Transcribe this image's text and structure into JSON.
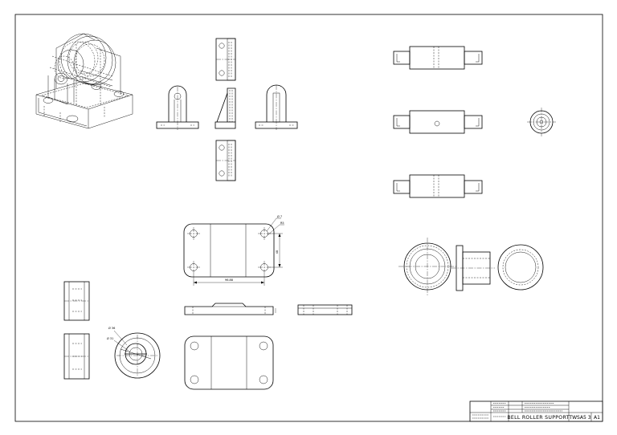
{
  "drawing": {
    "title": "BELL ROLLER SUPPORT",
    "sheet_number": "TWSA5 3",
    "sheet_size": "A1",
    "dimensions": {
      "width": "96.88",
      "height": "48",
      "hole_a": "Ø 7",
      "hole_b": "R5",
      "bushing_a": "Ø 36",
      "bushing_b": "Ø 31"
    }
  }
}
